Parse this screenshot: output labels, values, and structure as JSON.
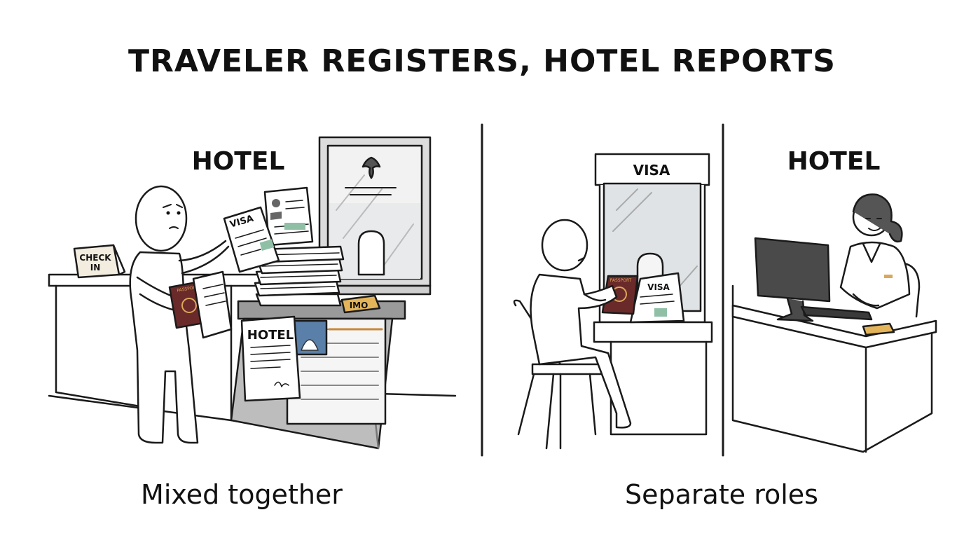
{
  "title": "TRAVELER REGISTERS, HOTEL REPORTS",
  "left_panel": {
    "sign": "HOTEL",
    "check_in_line1": "CHECK",
    "check_in_line2": "IN",
    "visa_doc": "VISA",
    "passport_doc": "PASSPORT",
    "imo_tag": "IMO",
    "hotel_form": "HOTEL",
    "caption": "Mixed together"
  },
  "right_panel": {
    "visa_sign": "VISA",
    "visa_doc": "VISA",
    "passport_doc": "PASSPORT",
    "hotel_sign": "HOTEL",
    "caption": "Separate roles"
  }
}
